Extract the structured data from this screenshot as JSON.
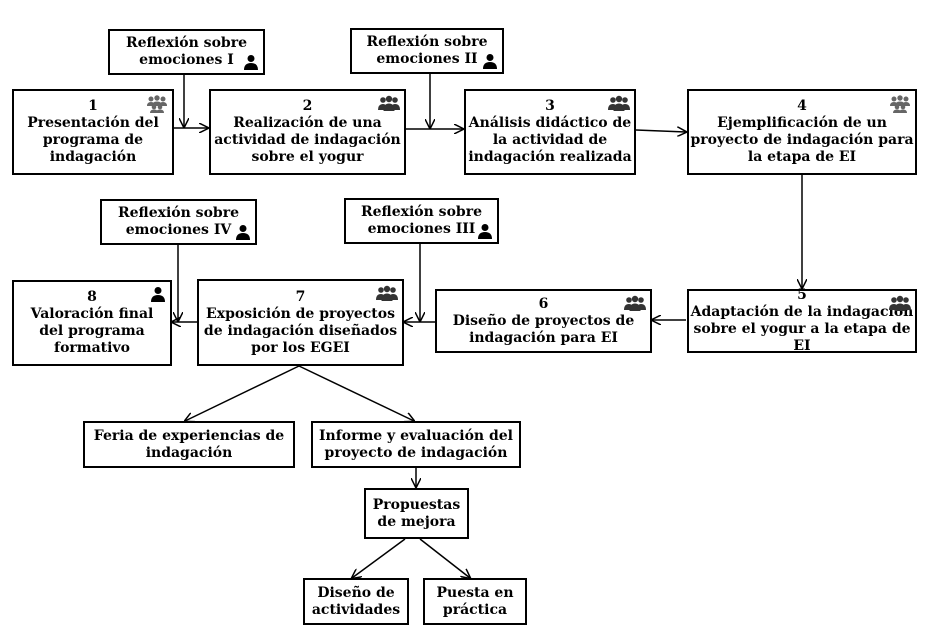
{
  "steps": [
    {
      "num": "1",
      "label": "Presentación del\nprograma de\nindagación",
      "icon": "group-icon"
    },
    {
      "num": "2",
      "label": "Realización de una\nactividad de indagación\nsobre el yogur",
      "icon": "group-icon"
    },
    {
      "num": "3",
      "label": "Análisis didáctico de\nla actividad de\nindagación realizada",
      "icon": "group-icon"
    },
    {
      "num": "4",
      "label": "Ejemplificación de un\nproyecto de indagación para\nla etapa de EI",
      "icon": "group-icon"
    },
    {
      "num": "5",
      "label": "Adaptación de la indagación\nsobre el yogur a la etapa de EI",
      "icon": "group-icon"
    },
    {
      "num": "6",
      "label": "Diseño de proyectos de\nindagación para EI",
      "icon": "group-icon"
    },
    {
      "num": "7",
      "label": "Exposición de proyectos\nde indagación diseñados\npor los EGEI",
      "icon": "group-icon"
    },
    {
      "num": "8",
      "label": "Valoración final\ndel programa\nformativo",
      "icon": "person-icon"
    }
  ],
  "reflections": [
    {
      "label": "Reflexión sobre\nemociones I",
      "icon": "person-icon"
    },
    {
      "label": "Reflexión sobre\nemociones II",
      "icon": "person-icon"
    },
    {
      "label": "Reflexión sobre\nemociones III",
      "icon": "person-icon"
    },
    {
      "label": "Reflexión sobre\nemociones IV",
      "icon": "person-icon"
    }
  ],
  "outcomes": {
    "feria": "Feria de experiencias de\nindagación",
    "informe": "Informe y evaluación del\nproyecto de indagación",
    "propuestas": "Propuestas\nde mejora",
    "diseno": "Diseño de\nactividades",
    "puesta": "Puesta en\npráctica"
  }
}
